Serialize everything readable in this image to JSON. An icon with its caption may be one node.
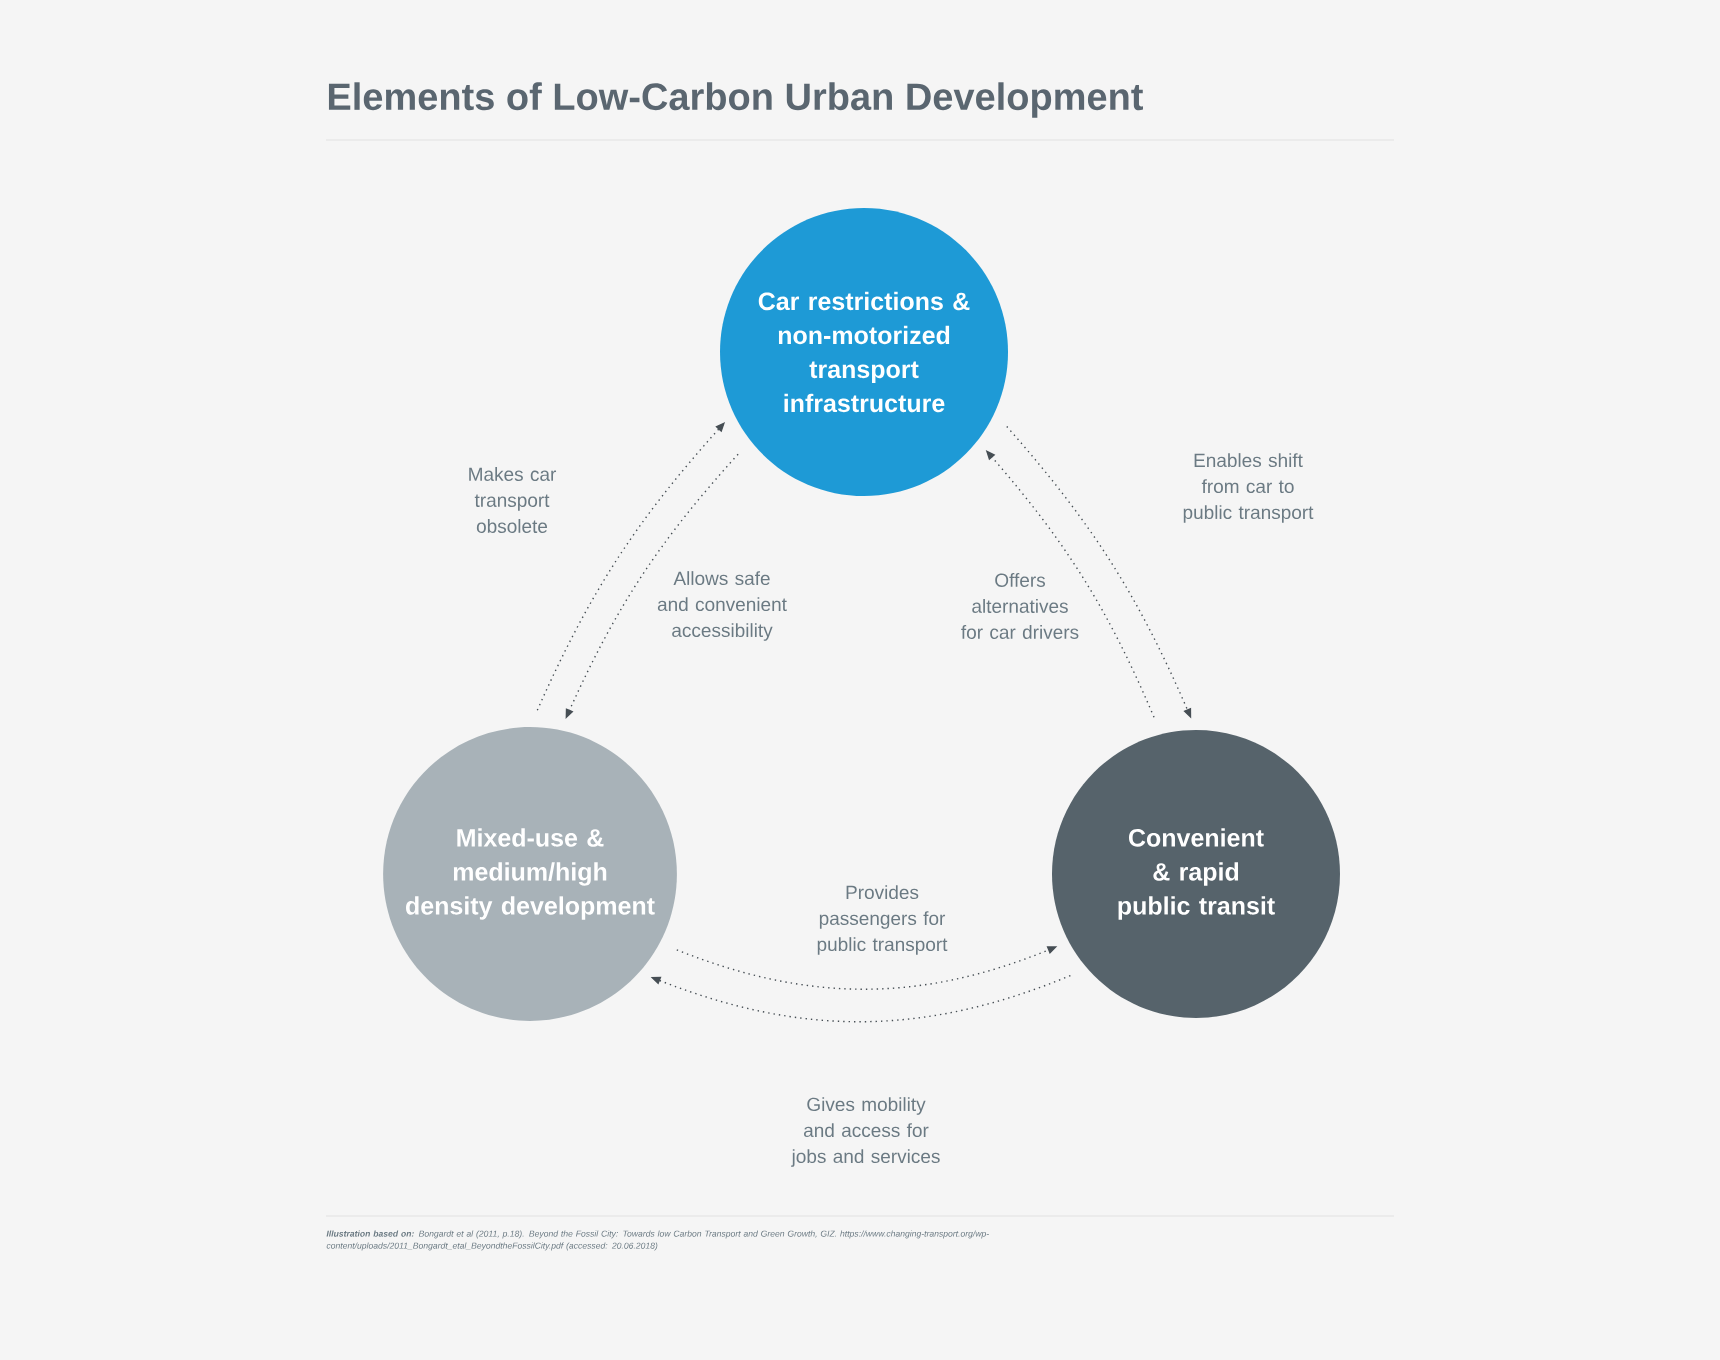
{
  "diagram": {
    "title": "Elements of Low-Carbon Urban Development",
    "nodes": [
      {
        "text": [
          "Car restrictions & non-motorized transport infrastructure"
        ]
      },
      {
        "text": [
          "Mixed-use & medium/high density development"
        ]
      },
      {
        "text": [
          "Convenient & rapid public transit"
        ]
      }
    ],
    "edges": [
      {
        "from": 1,
        "to": 0,
        "arrow": "to",
        "label": "Makes car transport obsolete",
        "style": "dashed"
      },
      {
        "from": 0,
        "to": 1,
        "arrow": "to",
        "label": "Allows safe and convenient accessibility",
        "style": "dashed"
      },
      {
        "from": 0,
        "to": 2,
        "arrow": "to",
        "label": "Enables shift from car to public transport",
        "style": "dashed"
      },
      {
        "from": 2,
        "to": 0,
        "arrow": "to",
        "label": "Offers alternatives for car drivers",
        "style": "dashed"
      },
      {
        "from": 1,
        "to": 2,
        "arrow": "to",
        "label": "Provides passengers for public transport",
        "style": "dashed"
      },
      {
        "from": 2,
        "to": 1,
        "arrow": "to",
        "label": "Gives mobility and access for jobs and services",
        "style": "dashed"
      }
    ],
    "labels": [
      "**Illustration based on:** Bongardt et al (2011, p.18). Beyond the Fossil City: Towards low Carbon Transport and Green Growth, GIZ. https://www.changing-transport.org/wp-content/uploads/2011_Bongardt_etal_BeyondtheFossilCity.pdf (accessed: 20.06.2018)"
    ]
  }
}
